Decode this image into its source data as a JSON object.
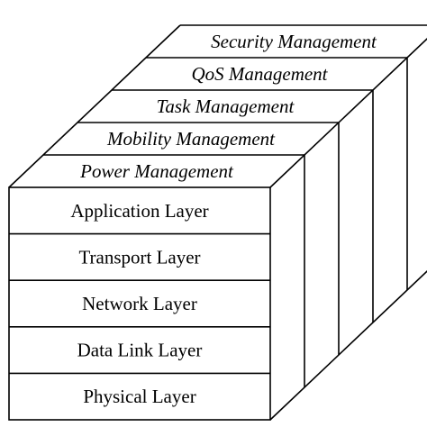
{
  "diagram": {
    "layers": [
      {
        "label": "Application Layer"
      },
      {
        "label": "Transport Layer"
      },
      {
        "label": "Network Layer"
      },
      {
        "label": "Data Link Layer"
      },
      {
        "label": "Physical Layer"
      }
    ],
    "planes": [
      {
        "label": "Power Management"
      },
      {
        "label": "Mobility Management"
      },
      {
        "label": "Task Management"
      },
      {
        "label": "QoS Management"
      },
      {
        "label": "Security Management"
      }
    ],
    "colors": {
      "stroke": "#000000",
      "text": "#000000",
      "background": "#ffffff"
    }
  }
}
